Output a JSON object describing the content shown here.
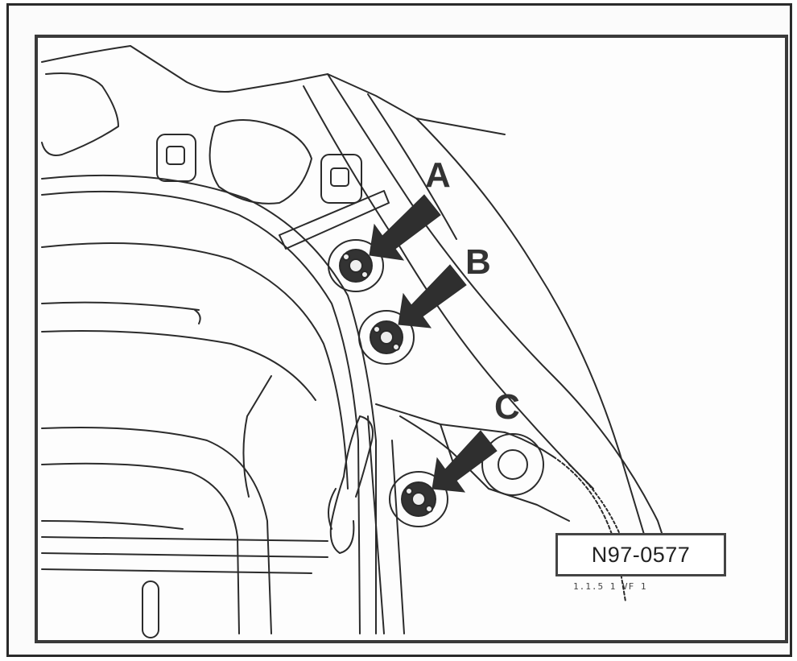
{
  "diagram": {
    "callouts": [
      {
        "id": "A",
        "label": "A"
      },
      {
        "id": "B",
        "label": "B"
      },
      {
        "id": "C",
        "label": "C"
      }
    ],
    "reference_number": "N97-0577",
    "reference_subtext": "1.1.5 1 VF 1"
  },
  "colors": {
    "line": "#2b2b2b",
    "arrow": "#2f2f2f",
    "background": "#fdfdfd"
  }
}
